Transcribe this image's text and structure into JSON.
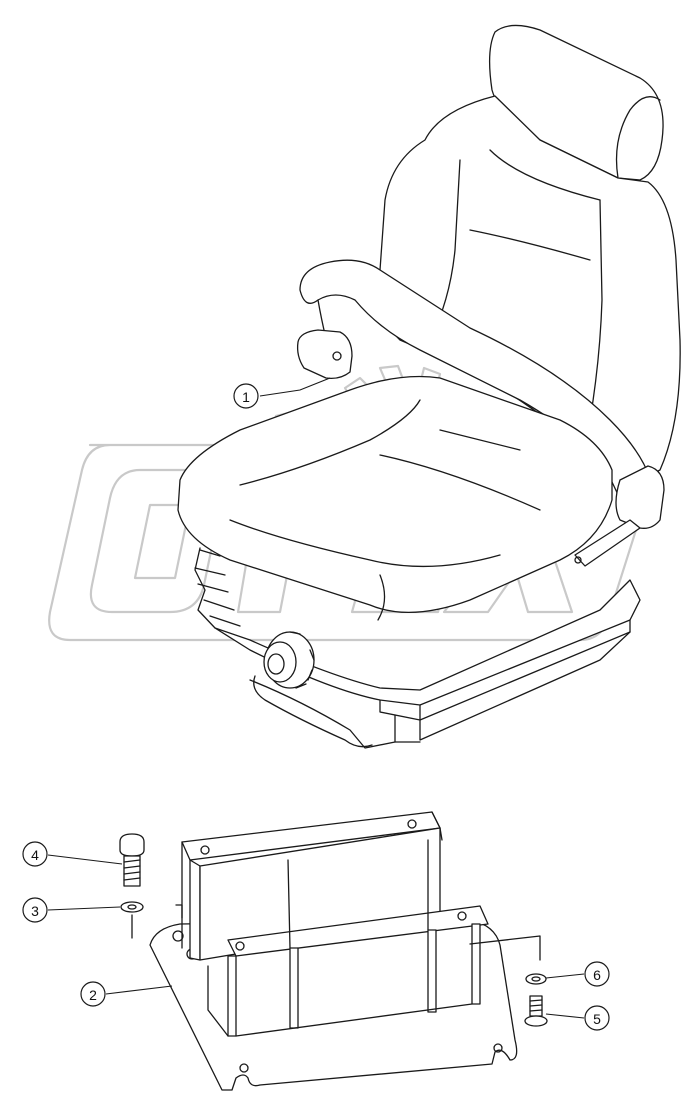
{
  "watermark": {
    "text": "OPEX",
    "color": "#c9c9c9"
  },
  "callouts": [
    {
      "id": "callout-1",
      "label": "1",
      "part": "seat-assembly"
    },
    {
      "id": "callout-2",
      "label": "2",
      "part": "seat-base-bracket"
    },
    {
      "id": "callout-3",
      "label": "3",
      "part": "washer"
    },
    {
      "id": "callout-4",
      "label": "4",
      "part": "bolt"
    },
    {
      "id": "callout-5",
      "label": "5",
      "part": "bolt"
    },
    {
      "id": "callout-6",
      "label": "6",
      "part": "washer"
    }
  ],
  "line_color": "#1a1a1a"
}
